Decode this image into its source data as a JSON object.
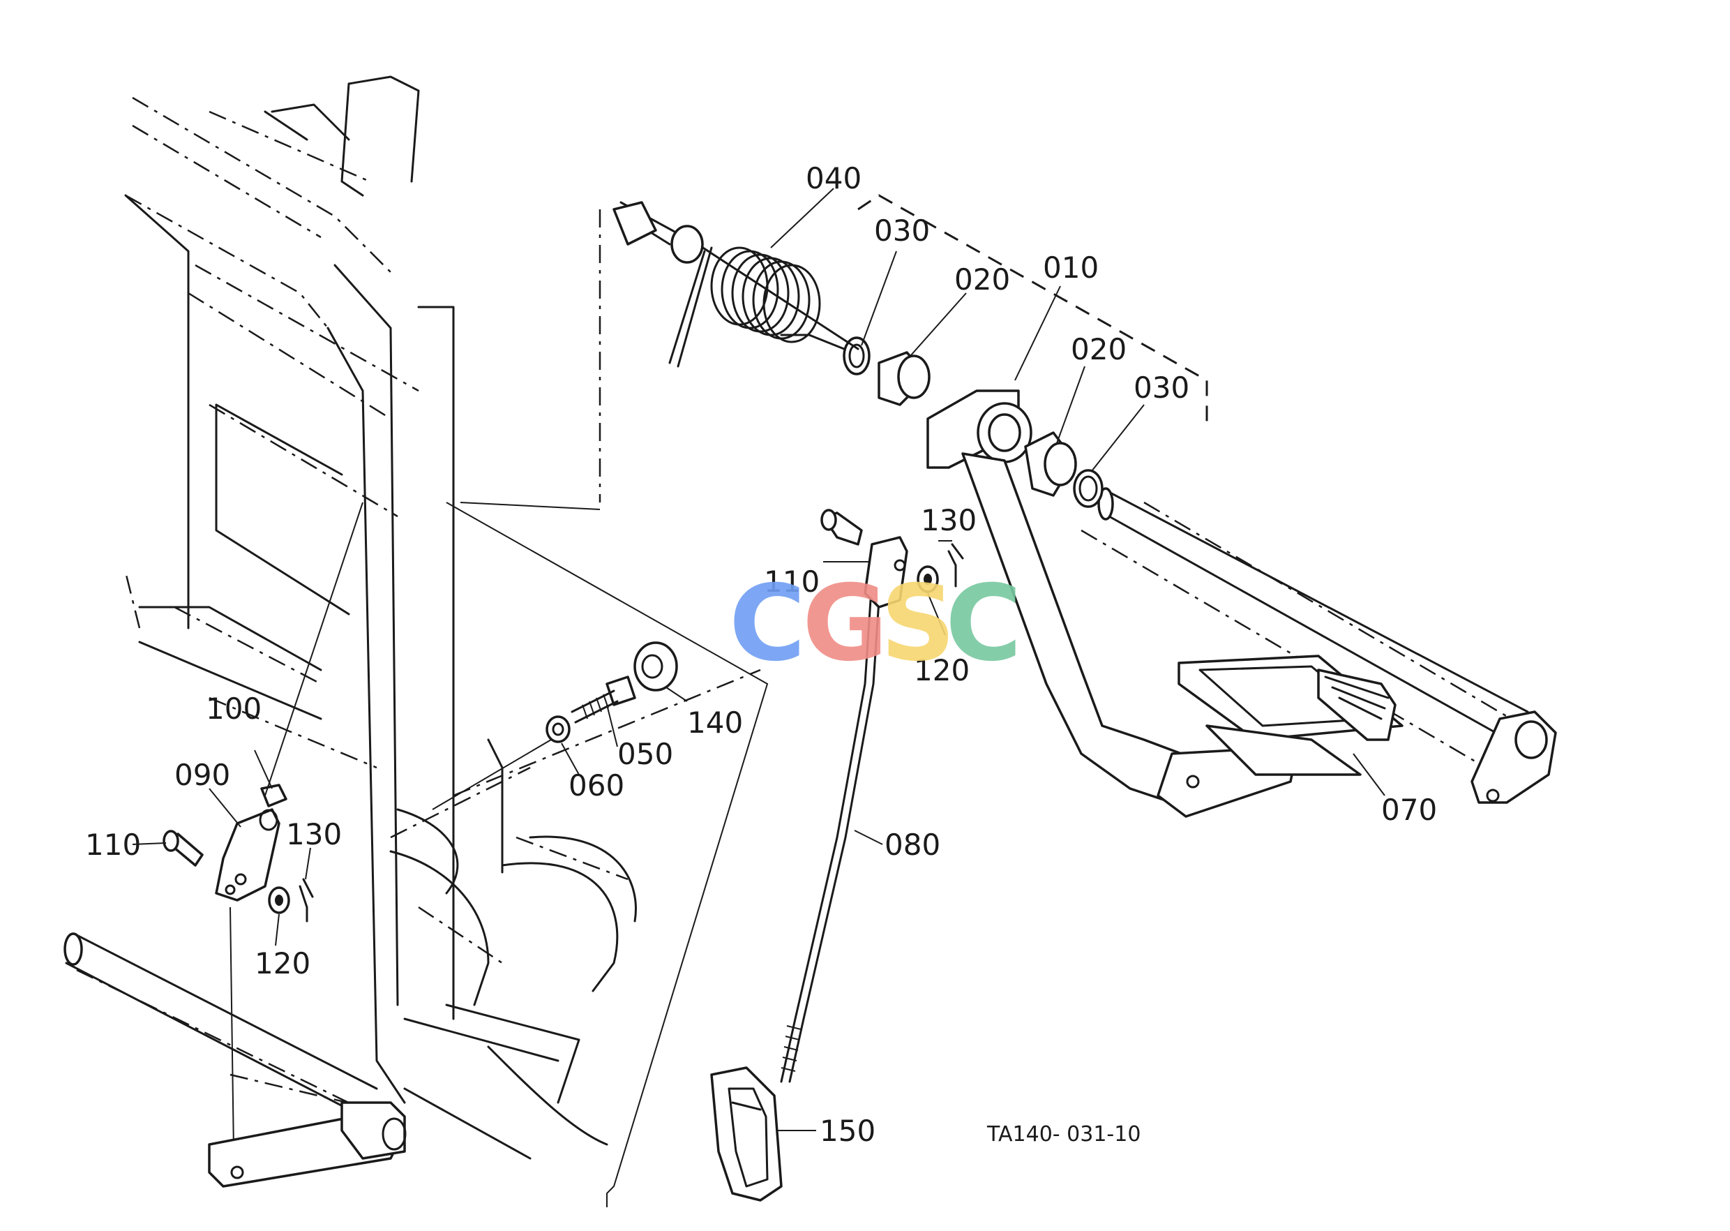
{
  "diagram": {
    "reference_code": "TA140- 031-10",
    "watermark": {
      "letters": [
        "C",
        "G",
        "S",
        "C"
      ],
      "colors": [
        "#6f9ef3",
        "#f08c86",
        "#f7d670",
        "#77c8a0"
      ]
    },
    "callouts": [
      {
        "id": "l040",
        "text": "040"
      },
      {
        "id": "l030a",
        "text": "030"
      },
      {
        "id": "l020a",
        "text": "020"
      },
      {
        "id": "l010",
        "text": "010"
      },
      {
        "id": "l020b",
        "text": "020"
      },
      {
        "id": "l030b",
        "text": "030"
      },
      {
        "id": "l130a",
        "text": "130"
      },
      {
        "id": "l110a",
        "text": "110"
      },
      {
        "id": "l120a",
        "text": "120"
      },
      {
        "id": "l140",
        "text": "140"
      },
      {
        "id": "l050",
        "text": "050"
      },
      {
        "id": "l060",
        "text": "060"
      },
      {
        "id": "l100",
        "text": "100"
      },
      {
        "id": "l090",
        "text": "090"
      },
      {
        "id": "l110b",
        "text": "110"
      },
      {
        "id": "l130b",
        "text": "130"
      },
      {
        "id": "l120b",
        "text": "120"
      },
      {
        "id": "l070",
        "text": "070"
      },
      {
        "id": "l080",
        "text": "080"
      },
      {
        "id": "l150",
        "text": "150"
      }
    ]
  }
}
